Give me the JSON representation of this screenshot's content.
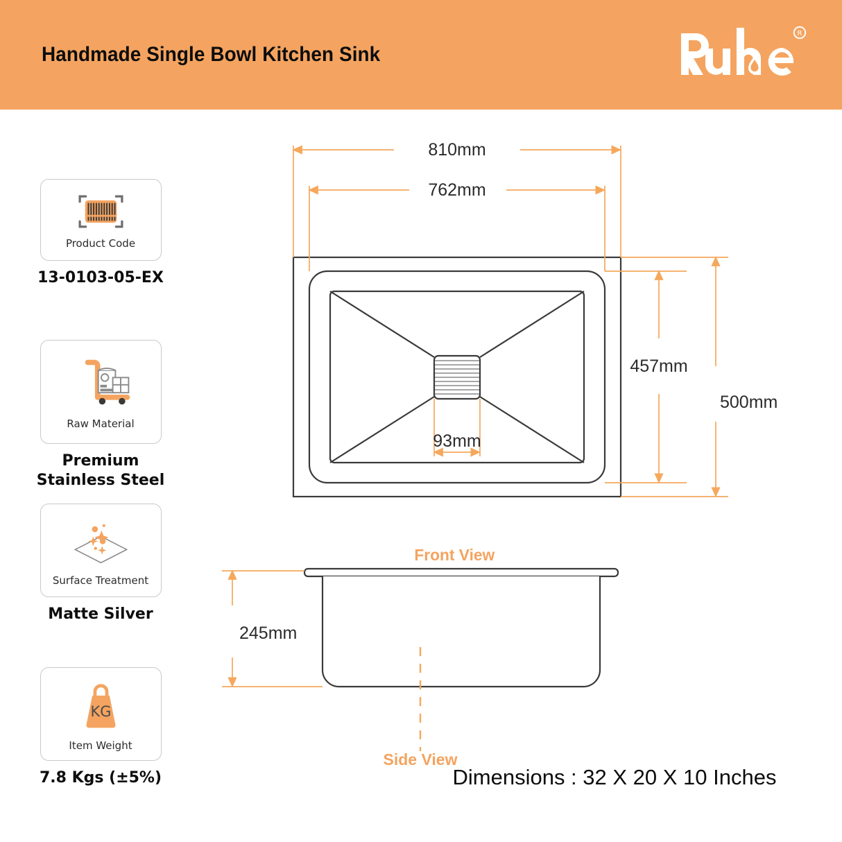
{
  "header": {
    "title": "Handmade Single Bowl Kitchen Sink",
    "brand": "Ruhe",
    "brand_mark": "®",
    "bg_color": "#f4a460",
    "title_color": "#0d0d0d",
    "logo_color": "#ffffff"
  },
  "theme": {
    "orange": "#f4a460",
    "dim_orange": "#f5a85c",
    "line_dark": "#3a3a3a",
    "card_border": "#c9c9c9",
    "text_dark": "#0d0d0d"
  },
  "specs": [
    {
      "icon": "barcode-scan-icon",
      "label": "Product Code",
      "value": "13-0103-05-EX"
    },
    {
      "icon": "hand-truck-icon",
      "label": "Raw Material",
      "value": "Premium\nStainless Steel",
      "value_line1": "Premium",
      "value_line2": "Stainless Steel"
    },
    {
      "icon": "sparkle-surface-icon",
      "label": "Surface Treatment",
      "value": "Matte Silver"
    },
    {
      "icon": "weight-kg-icon",
      "label": "Item Weight",
      "value": "7.8 Kgs (±5%)",
      "icon_text": "KG"
    }
  ],
  "drawing": {
    "front_view_label": "Front View",
    "side_view_label": "Side View",
    "dimensions_summary": "Dimensions : 32 X 20 X 10 Inches",
    "measurements": {
      "outer_width": "810mm",
      "bowl_width": "762mm",
      "bowl_height": "457mm",
      "outer_height": "500mm",
      "drain_width": "93mm",
      "depth": "245mm"
    }
  },
  "chart_data": {
    "type": "table",
    "title": "Handmade Single Bowl Kitchen Sink — dimensional drawing",
    "categories": [
      "outer width",
      "bowl width",
      "bowl height",
      "outer height",
      "drain width",
      "depth"
    ],
    "values": [
      810,
      762,
      457,
      500,
      93,
      245
    ],
    "unit": "mm",
    "views": [
      "Front View",
      "Side View"
    ],
    "summary_inches": [
      32,
      20,
      10
    ]
  }
}
